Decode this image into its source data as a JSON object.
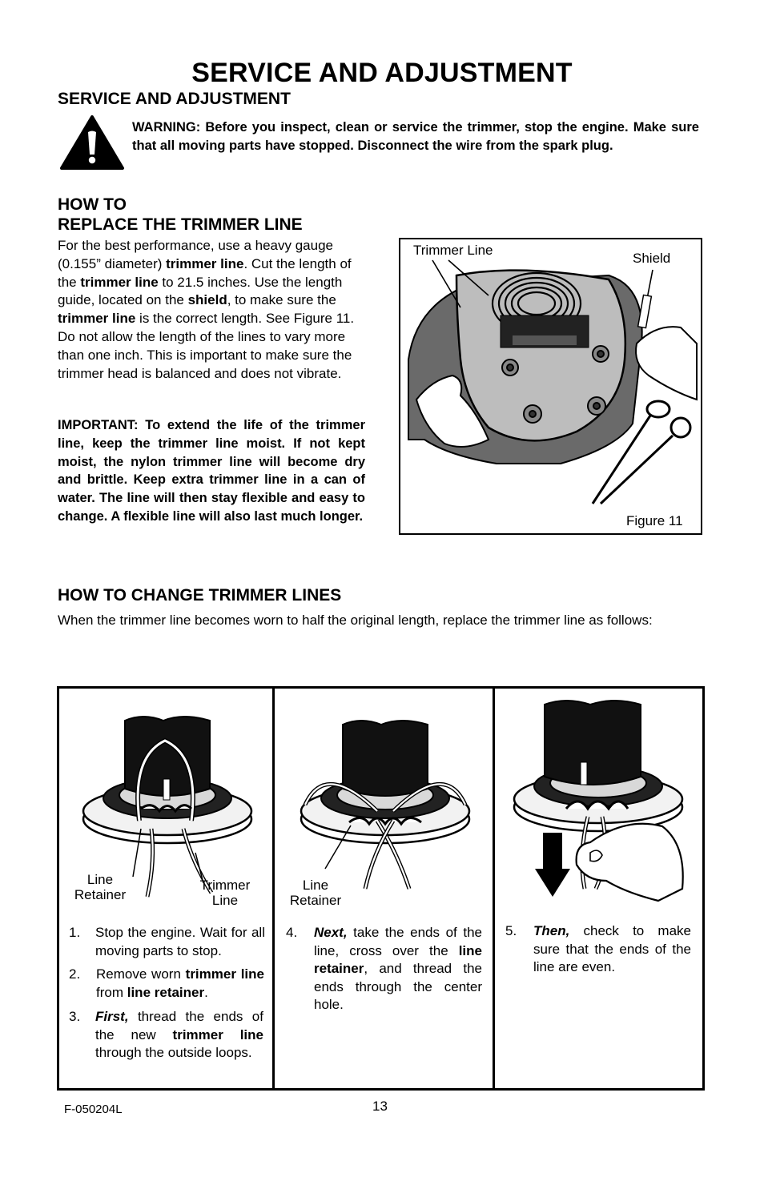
{
  "page": {
    "main_title": "SERVICE AND ADJUSTMENT",
    "section_title": "SERVICE AND ADJUSTMENT",
    "warning": "WARNING: Before you inspect, clean or service the trimmer, stop the engine. Make sure that all moving parts have stopped. Disconnect the wire from the spark plug."
  },
  "replace": {
    "heading_line1": "HOW TO",
    "heading_line2": "REPLACE THE TRIMMER LINE",
    "p1": {
      "t1": "For the best performance, use a heavy gauge (0.155” diameter) ",
      "b1": "trimmer line",
      "t2": ". Cut the length of the ",
      "b2": "trimmer line",
      "t3": " to 21.5 inches. Use the length guide, located on the ",
      "b3": "shield",
      "t4": ", to make sure the ",
      "b4": "trimmer line",
      "t5": " is the correct length.  See Figure 11. Do not allow the length of the lines to vary more than one inch. This is important to make sure the trimmer head is balanced and does not vibrate."
    },
    "important": "IMPORTANT: To extend the life of the trimmer line, keep the trimmer line moist. If not kept moist, the nylon trimmer line will become dry and brittle. Keep extra trimmer line in a can of water. The line will then stay flexible and easy to change. A flexible line will also last much longer."
  },
  "figure11": {
    "label_trimmer_line": "Trimmer Line",
    "label_shield": "Shield",
    "caption": "Figure 11"
  },
  "change": {
    "heading": "HOW TO CHANGE TRIMMER LINES",
    "intro": "When the trimmer line becomes worn to half the original length, replace the trimmer line as follows:"
  },
  "panels": {
    "p1_label_line": "Line",
    "p1_label_retainer": "Retainer",
    "p1_label_trimmer": "Trimmer",
    "p1_label_tline": "Line",
    "p2_label_line": "Line",
    "p2_label_retainer": "Retainer"
  },
  "steps": {
    "s1_num": "1.",
    "s1_text": "Stop the engine. Wait for all moving parts to stop.",
    "s2_num": "2.",
    "s2_t1": "Remove worn ",
    "s2_b1": "trimmer line",
    "s2_t2": " from ",
    "s2_b2": "line retainer",
    "s2_t3": ".",
    "s3_num": "3.",
    "s3_bi": "First,",
    "s3_t1": " thread the ends of the new ",
    "s3_b1": "trimmer line",
    "s3_t2": " through the outside loops.",
    "s4_num": "4.",
    "s4_bi": "Next,",
    "s4_t1": " take the ends of the line, cross over the ",
    "s4_b1": "line retainer",
    "s4_t2": ", and thread the ends through the center hole.",
    "s5_num": "5.",
    "s5_bi": "Then,",
    "s5_t1": " check to make sure that the ends of the line are even."
  },
  "footer": {
    "code": "F-050204L",
    "page_number": "13"
  },
  "icons": {
    "warning": "warning-triangle-icon",
    "arrow": "down-arrow-icon"
  }
}
